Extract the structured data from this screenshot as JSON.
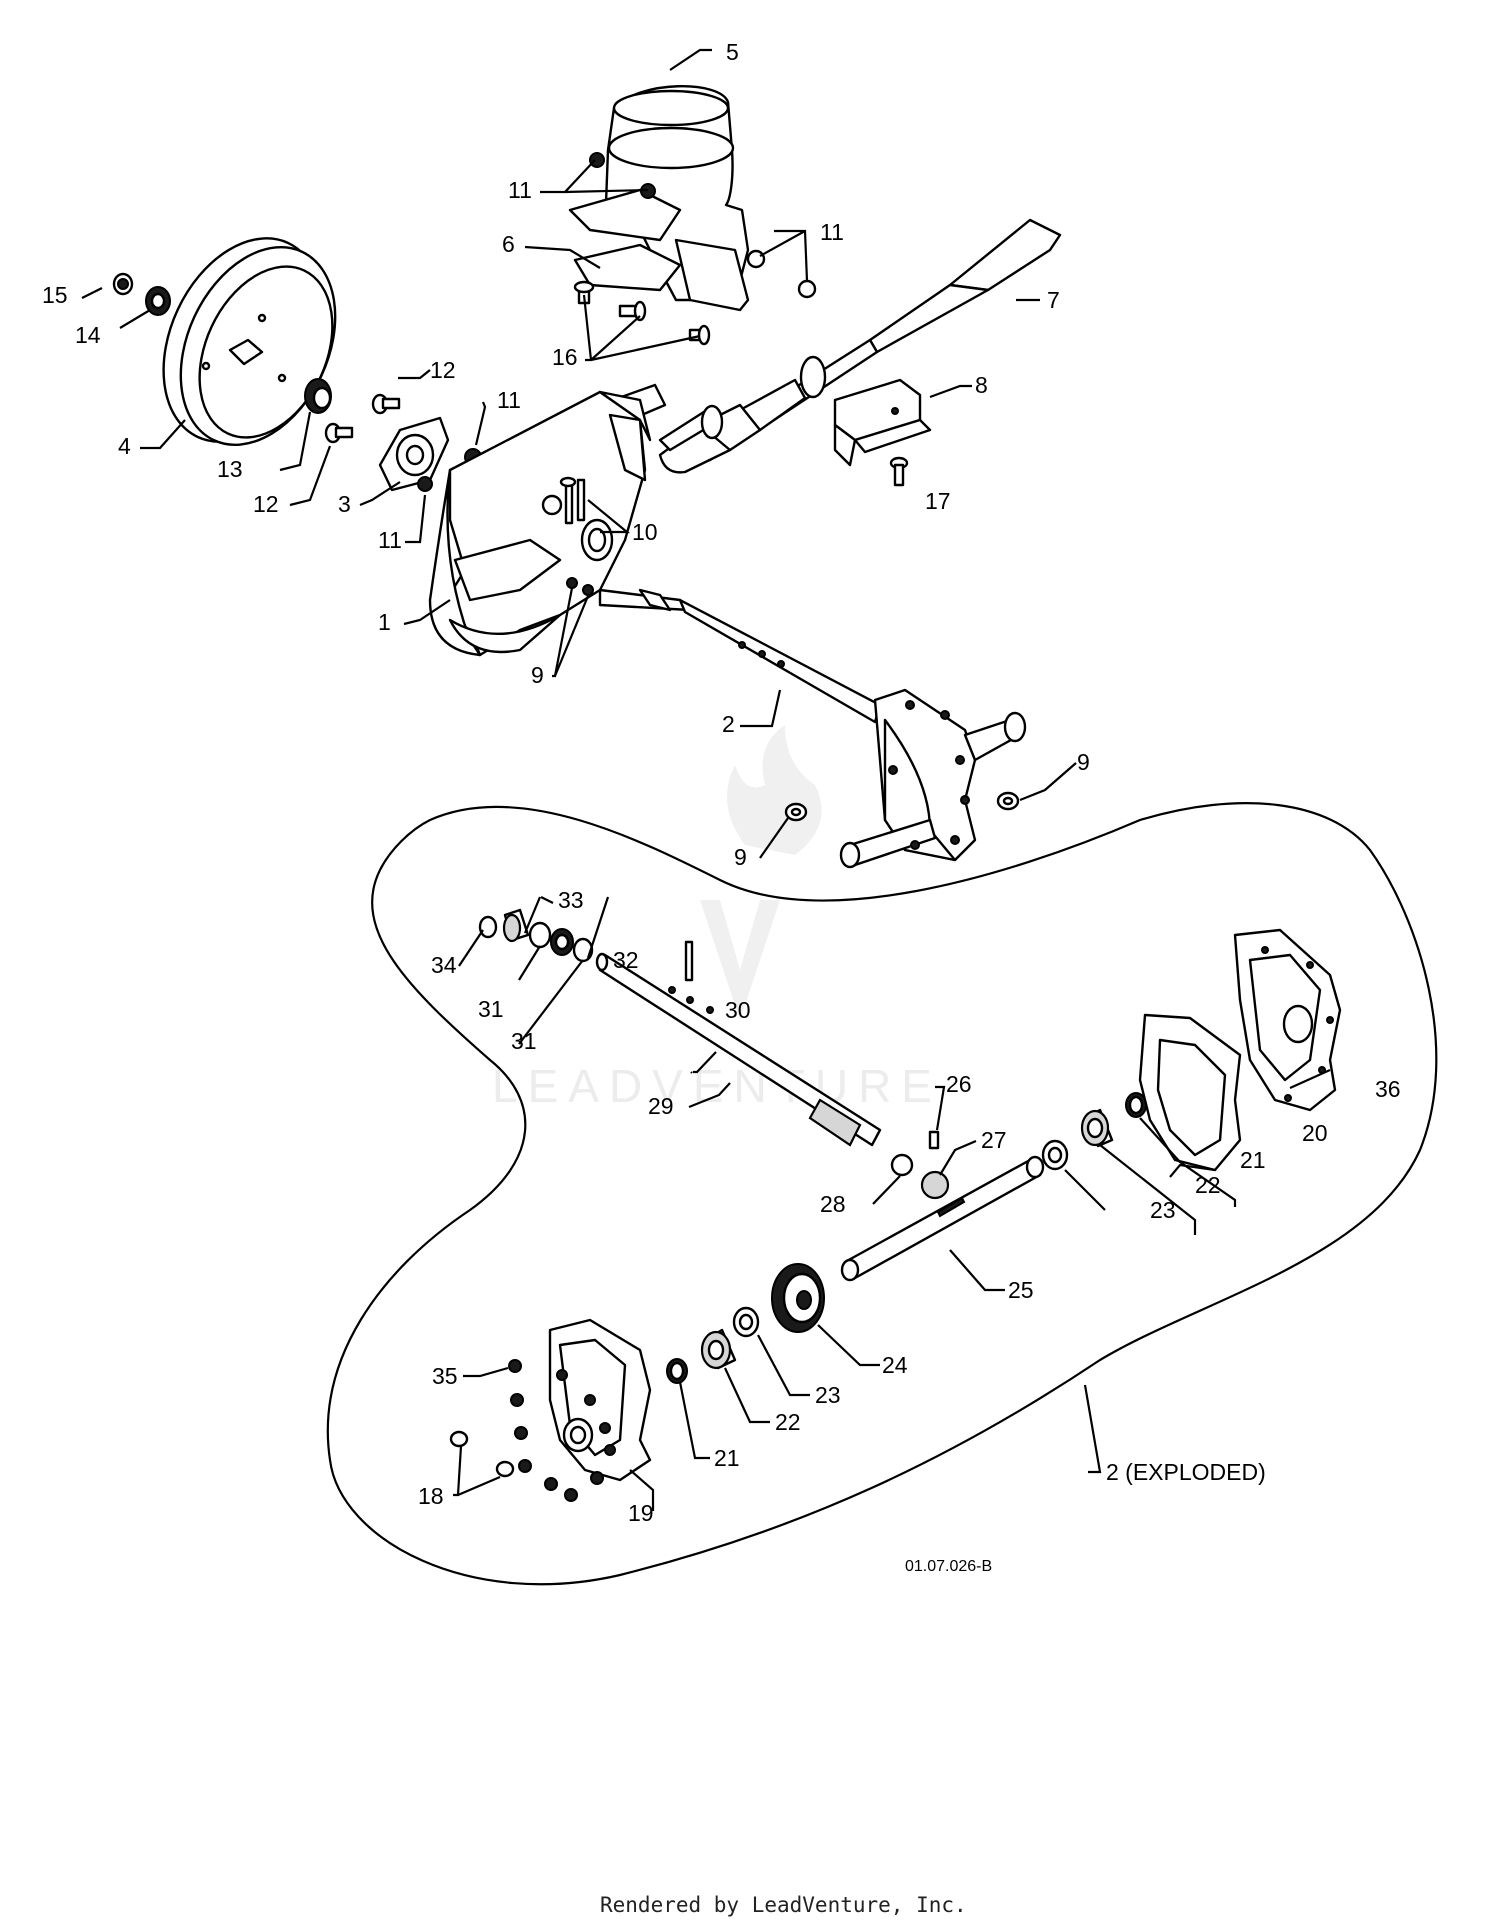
{
  "callouts": {
    "c1": "1",
    "c2": "2",
    "c3": "3",
    "c4": "4",
    "c5": "5",
    "c6": "6",
    "c7": "7",
    "c8": "8",
    "c9a": "9",
    "c9b": "9",
    "c9c": "9",
    "c10": "10",
    "c11a": "11",
    "c11b": "11",
    "c11c": "11",
    "c11d": "11",
    "c12a": "12",
    "c12b": "12",
    "c13": "13",
    "c14": "14",
    "c15": "15",
    "c16": "16",
    "c17": "17",
    "c18": "18",
    "c19": "19",
    "c20": "20",
    "c21a": "21",
    "c21b": "21",
    "c22a": "22",
    "c22b": "22",
    "c23a": "23",
    "c23b": "23",
    "c24": "24",
    "c25": "25",
    "c26": "26",
    "c27": "27",
    "c28": "28",
    "c29": "29",
    "c30": "30",
    "c31a": "31",
    "c31b": "31",
    "c32": "32",
    "c33": "33",
    "c34": "34",
    "c35": "35",
    "c36": "36",
    "c2x": "2 (EXPLODED)"
  },
  "drawing_code": "01.07.026-B",
  "watermark": "LEADVENTURE",
  "credit": "Rendered by LeadVenture, Inc."
}
